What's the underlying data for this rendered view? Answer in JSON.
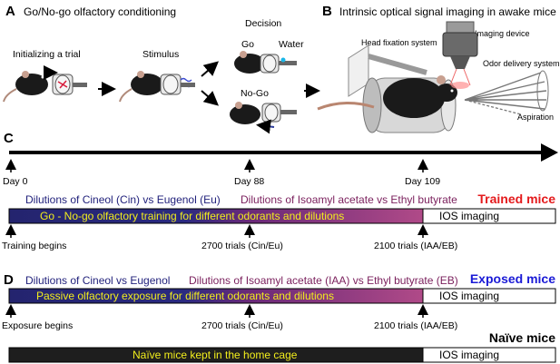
{
  "panel_a": {
    "letter": "A",
    "title": "Go/No-go olfactory conditioning",
    "initializing": "Initializing a trial",
    "stimulus": "Stimulus",
    "decision": "Decision",
    "go": "Go",
    "water": "Water",
    "nogo": "No-Go"
  },
  "panel_b": {
    "letter": "B",
    "title": "Intrinsic optical signal imaging in awake mice",
    "imaging_device": "Imaging device",
    "head_fixation": "Head fixation system",
    "odor_delivery": "Odor delivery system",
    "aspiration": "Aspiration"
  },
  "panel_c": {
    "letter": "C",
    "day0": "Day 0",
    "day88": "Day 88",
    "day109": "Day 109",
    "dilutions_left": "Dilutions of Cineol (Cin) vs Eugenol (Eu)",
    "dilutions_right": "Dilutions of Isoamyl acetate vs Ethyl butyrate",
    "group": "Trained mice",
    "bar_text": "Go - No-go olfactory training for different odorants and dilutions",
    "ios": "IOS imaging",
    "begins": "Training begins",
    "trials1": "2700 trials (Cin/Eu)",
    "trials2": "2100 trials (IAA/EB)"
  },
  "panel_d": {
    "letter": "D",
    "dilutions_left": "Dilutions of Cineol vs Eugenol",
    "dilutions_right": "Dilutions of Isoamyl acetate (IAA) vs Ethyl butyrate (EB)",
    "group": "Exposed mice",
    "bar_text": "Passive olfactory exposure for different odorants and dilutions",
    "ios": "IOS imaging",
    "begins": "Exposure begins",
    "trials1": "2700 trials (Cin/Eu)",
    "trials2": "2100 trials (IAA/EB)"
  },
  "panel_naive": {
    "group": "Naïve mice",
    "bar_text": "Naïve mice kept in the home cage",
    "ios": "IOS imaging"
  },
  "colors": {
    "navy": "#1f1f7a",
    "purple": "#7a1f5c",
    "yellow_text": "#f2ee1c",
    "trained_red": "#e41a1c",
    "exposed_blue": "#1a1ad6"
  }
}
